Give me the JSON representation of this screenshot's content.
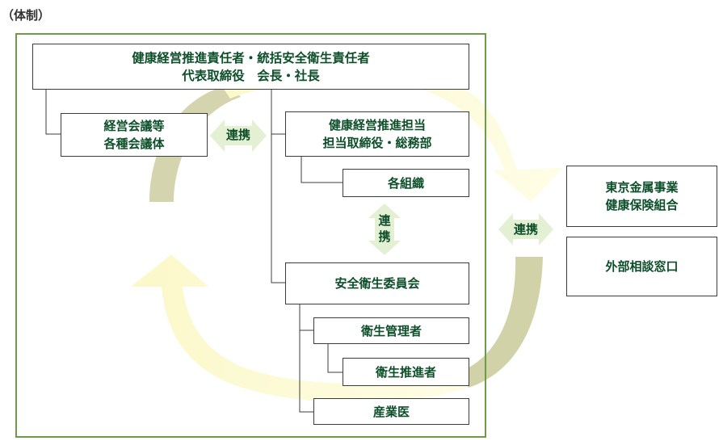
{
  "caption": "（体制）",
  "top_box": {
    "line1": "健康経営推進責任者・統括安全衛生責任者",
    "line2": "代表取締役　会長・社長"
  },
  "meeting_box": {
    "line1": "経営会議等",
    "line2": "各種会議体"
  },
  "promo_box": {
    "line1": "健康経営推進担当",
    "line2": "担当取締役・総務部"
  },
  "org_box": {
    "label": "各組織"
  },
  "safety_box": {
    "label": "安全衛生委員会"
  },
  "manager_box": {
    "label": "衛生管理者"
  },
  "promoter_box": {
    "label": "衛生推進者"
  },
  "doctor_box": {
    "label": "産業医"
  },
  "insurance_box": {
    "line1": "東京金属事業",
    "line2": "健康保険組合"
  },
  "consult_box": {
    "label": "外部相談窓口"
  },
  "links": {
    "meeting_promo": "連携",
    "org_safety_1": "連",
    "org_safety_2": "携",
    "external": "連携"
  },
  "colors": {
    "frame": "#6e9a4a",
    "text": "#0d4f2a",
    "cycle_light": "#fbf8c9",
    "cycle_dark": "#cdcda0",
    "link_arrow": "#e3f0d3"
  }
}
